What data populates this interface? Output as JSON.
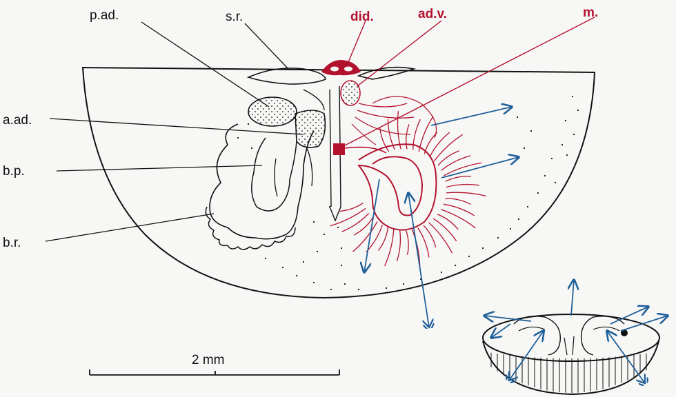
{
  "colors": {
    "ink": "#111111",
    "red": "#b3122e",
    "blue": "#1f5f99",
    "paper": "#f7f7f5"
  },
  "labels": {
    "p_ad": "p.ad.",
    "s_r": "s.r.",
    "did": "did.",
    "ad_v": "ad.v.",
    "m": "m.",
    "a_ad": "a.ad.",
    "b_p": "b.p.",
    "b_r": "b.r."
  },
  "scale_bar": {
    "text": "2 mm"
  }
}
